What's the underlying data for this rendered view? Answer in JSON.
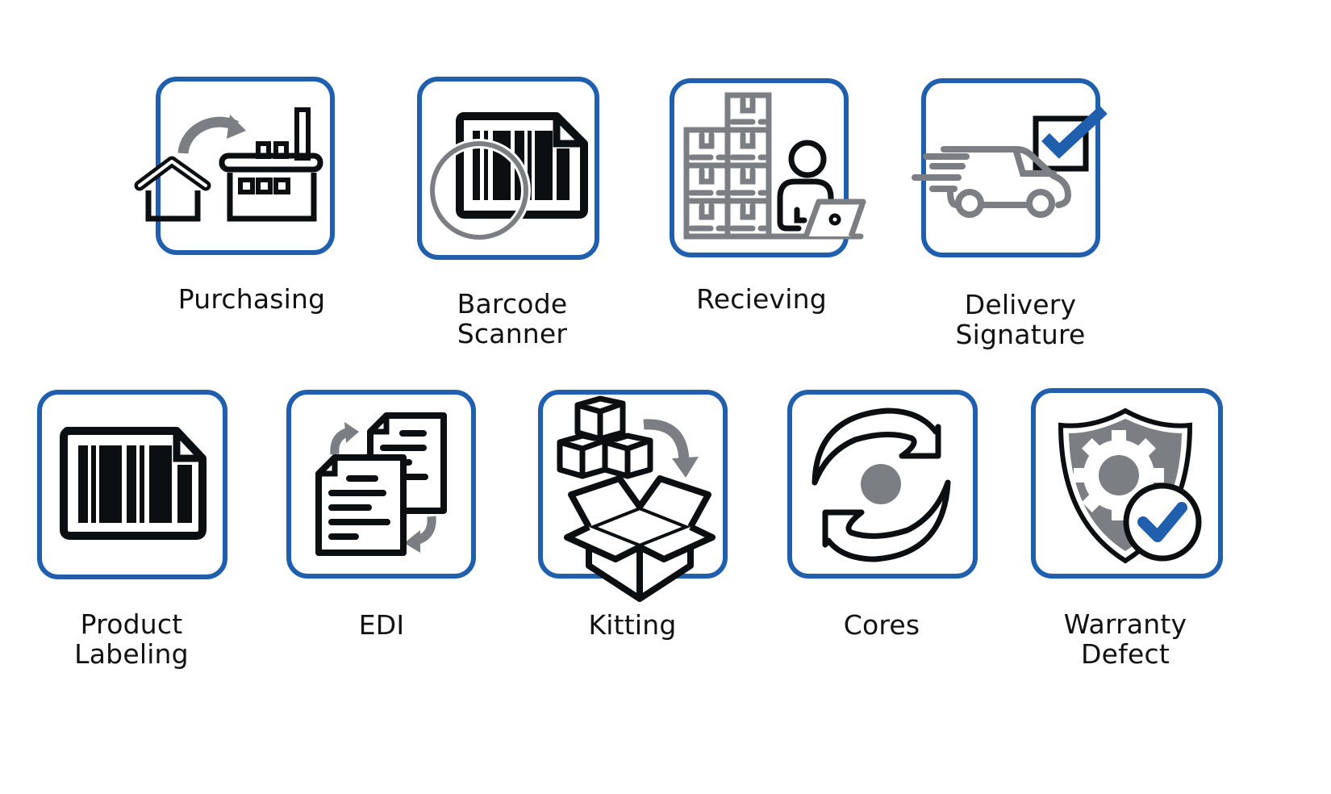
{
  "colors": {
    "tile_border": "#1f5fad",
    "icon_black": "#0c0f12",
    "icon_gray": "#7b7e82",
    "accent_blue": "#1f5fad",
    "background": "#ffffff"
  },
  "rows": [
    {
      "tiles": [
        {
          "id": "purchasing",
          "label_lines": [
            "Purchasing"
          ],
          "icon": "house-to-factory-icon"
        },
        {
          "id": "barcode-scanner",
          "label_lines": [
            "Barcode",
            "Scanner"
          ],
          "icon": "barcode-magnifier-icon"
        },
        {
          "id": "receiving",
          "label_lines": [
            "Recieving"
          ],
          "icon": "boxes-person-laptop-icon"
        },
        {
          "id": "delivery-signature",
          "label_lines": [
            "Delivery",
            "Signature"
          ],
          "icon": "van-checkbox-icon"
        }
      ]
    },
    {
      "tiles": [
        {
          "id": "product-labeling",
          "label_lines": [
            "Product",
            "Labeling"
          ],
          "icon": "barcode-label-icon"
        },
        {
          "id": "edi",
          "label_lines": [
            "EDI"
          ],
          "icon": "document-exchange-icon"
        },
        {
          "id": "kitting",
          "label_lines": [
            "Kitting"
          ],
          "icon": "boxes-into-box-icon"
        },
        {
          "id": "cores",
          "label_lines": [
            "Cores"
          ],
          "icon": "cycle-arrows-icon"
        },
        {
          "id": "warranty-defect",
          "label_lines": [
            "Warranty",
            "Defect"
          ],
          "icon": "shield-gear-check-icon"
        }
      ]
    }
  ]
}
